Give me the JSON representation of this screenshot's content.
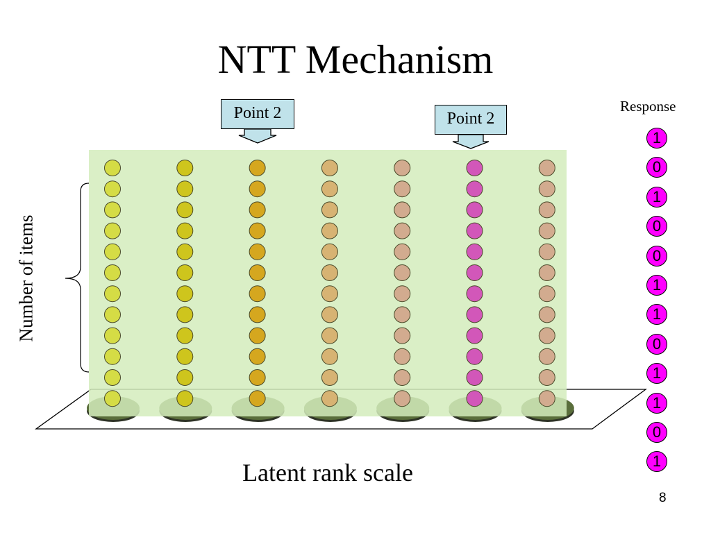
{
  "title": "NTT Mechanism",
  "scale_label": "Latent rank scale",
  "items_label": "Number of items",
  "response_header": "Response",
  "page_number": "8",
  "callouts": [
    "Point 2",
    "Point 2"
  ],
  "responses": [
    "1",
    "0",
    "1",
    "0",
    "0",
    "1",
    "1",
    "0",
    "1",
    "1",
    "0",
    "1"
  ],
  "rank_columns": [
    {
      "color": "#d5dc45"
    },
    {
      "color": "#cec51d"
    },
    {
      "color": "#d5a71f"
    },
    {
      "color": "#d7b373"
    },
    {
      "color": "#d2ab8f"
    },
    {
      "color": "#d257b9"
    },
    {
      "color": "#d2ab8f"
    }
  ],
  "balls_per_column": 12,
  "colors": {
    "panel": "#d4ecbc",
    "base_disc": "#5a6e3b",
    "callout": "#c0e2ea",
    "response": "#ff00ff"
  }
}
